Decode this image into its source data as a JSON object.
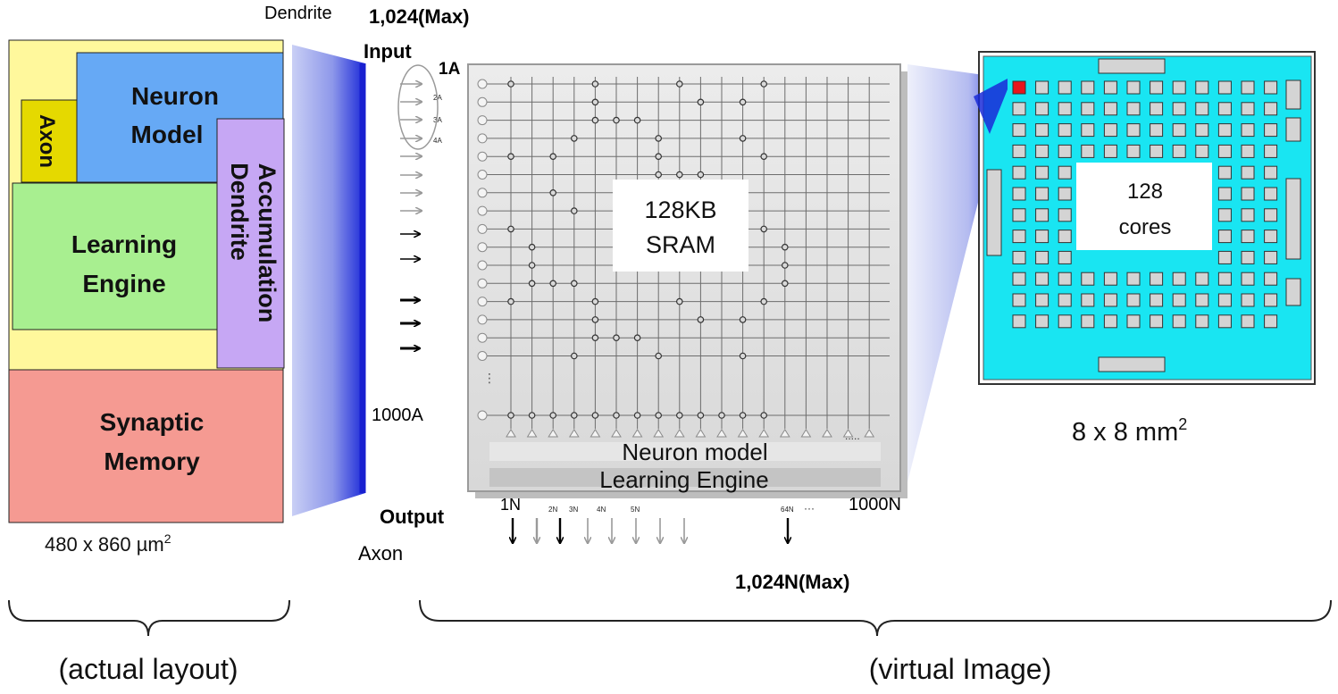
{
  "top": {
    "dendrite_label": "Dendrite",
    "max_dendrite": "1,024(Max)",
    "input_label": "Input"
  },
  "layout": {
    "blocks": {
      "neuron_model": [
        "Neuron",
        "Model"
      ],
      "axon": "Axon",
      "learning_engine": [
        "Learning",
        "Engine"
      ],
      "accumulation_dendrite": [
        "Accumulation",
        "Dendrite"
      ],
      "synaptic_memory": [
        "Synaptic",
        "Memory"
      ]
    },
    "size_base": "480 x 860 µm",
    "size_sup": "2",
    "brace_caption": "(actual layout)"
  },
  "crossbar": {
    "row_labels": [
      "1A",
      "2A",
      "3A",
      "4A"
    ],
    "last_row_label": "1000A",
    "sram_label": [
      "128KB",
      "SRAM"
    ],
    "neuron_model_label": "Neuron model",
    "learning_engine_label": "Learning Engine",
    "output_label": "Output",
    "axon_label": "Axon",
    "col_first": "1N",
    "col_small": [
      "2N",
      "3N",
      "4N",
      "5N"
    ],
    "col_64": "64N",
    "col_ellipsis": "···",
    "col_last": "1000N",
    "max_axon": "1,024N(Max)",
    "row_ellipsis": "·\n·\n·",
    "trailing_dots": "....."
  },
  "chip": {
    "core_label": [
      "128",
      "cores"
    ],
    "size_base": "8 x 8 mm",
    "size_sup": "2",
    "highlight_color": "#e8141c",
    "die_color": "#19e5f2"
  },
  "virtual_brace_caption": "(virtual Image)"
}
